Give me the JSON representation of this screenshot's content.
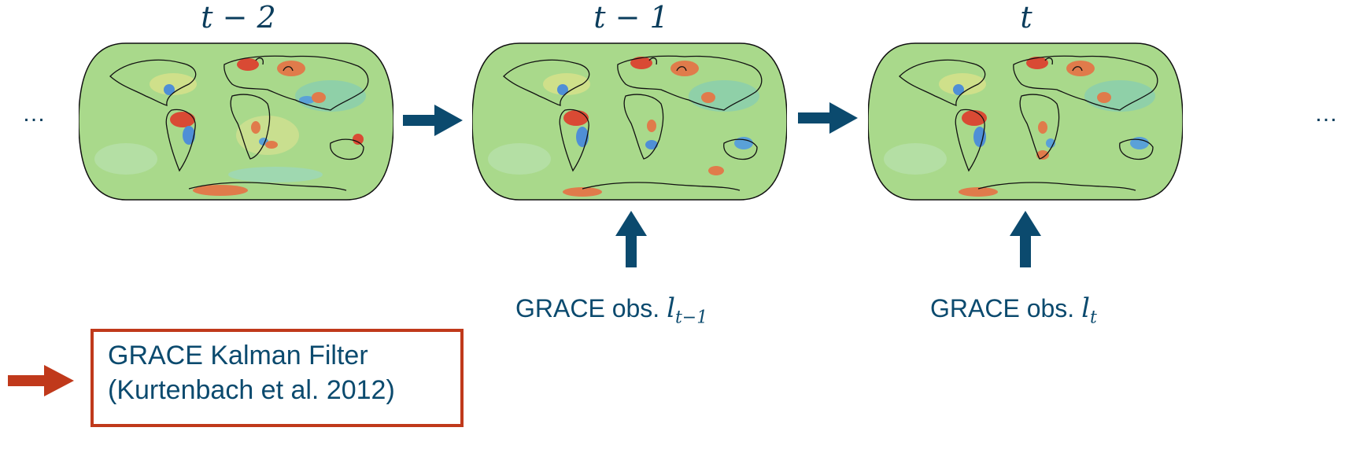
{
  "time_labels": {
    "map1": "t − 2",
    "map2": "t − 1",
    "map3": "t"
  },
  "ellipsis_left": "…",
  "ellipsis_right": "…",
  "observations": {
    "obs2": {
      "text": "GRACE obs.",
      "symbol": "l",
      "subscript": "t−1"
    },
    "obs3": {
      "text": "GRACE obs.",
      "symbol": "l",
      "subscript": "t"
    }
  },
  "legend": {
    "line1": "GRACE Kalman Filter",
    "line2": "(Kurtenbach et al. 2012)"
  },
  "colors": {
    "arrow_blue": "#0b4a6e",
    "legend_red": "#c0391b",
    "map_background": "#a8d88a"
  },
  "icons": {
    "map": "world-map-icon",
    "arrow": "arrow-icon"
  }
}
